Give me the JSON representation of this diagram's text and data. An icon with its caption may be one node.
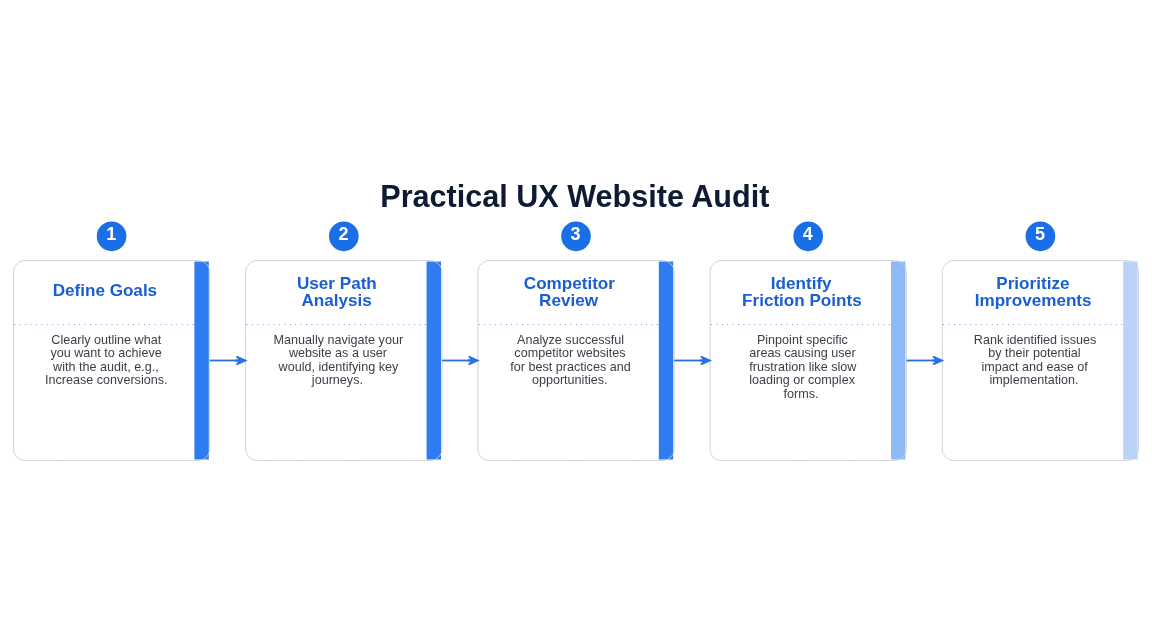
{
  "diagram": {
    "title": "Practical UX Website Audit",
    "nodes": [
      {
        "text": [
          "1"
        ]
      },
      {
        "text": [
          "Define Goals",
          "Clearly outline what you want to achieve with the audit, e.g., Increase conversions."
        ]
      },
      {
        "text": [
          "2"
        ]
      },
      {
        "text": [
          "User Path Analysis",
          "Manually navigate your website as a user would, identifying key journeys."
        ]
      },
      {
        "text": [
          "3"
        ]
      },
      {
        "text": [
          "Competitor Review",
          "Analyze successful competitor websites for best practices and opportunities."
        ]
      },
      {
        "text": [
          "4"
        ]
      },
      {
        "text": [
          "Identify Friction Points",
          "Pinpoint specific areas causing user frustration like slow loading or complex forms."
        ]
      },
      {
        "text": [
          "5"
        ]
      },
      {
        "text": [
          "Prioritize Improvements",
          "Rank identified issues by their potential impact and ease of implementation."
        ]
      }
    ],
    "edges": [
      {
        "from": 1,
        "to": 3,
        "arrow": "to"
      },
      {
        "from": 3,
        "to": 5,
        "arrow": "to"
      },
      {
        "from": 5,
        "to": 7,
        "arrow": "to"
      },
      {
        "from": 7,
        "to": 9,
        "arrow": "to"
      }
    ]
  }
}
